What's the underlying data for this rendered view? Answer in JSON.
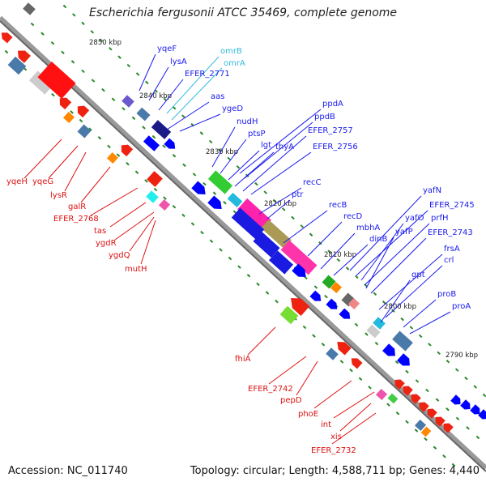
{
  "title": "Escherichia fergusonii ATCC 35469, complete genome",
  "footer": {
    "accession": "Accession: NC_011740",
    "summary": "Topology: circular; Length: 4,588,711 bp; Genes: 4,440"
  },
  "ticks": [
    "2850 kbp",
    "2840 kbp",
    "2830 kbp",
    "2820 kbp",
    "2810 kbp",
    "2800 kbp",
    "2790 kbp"
  ],
  "colors": {
    "backbone": "#888888",
    "forward_label": "#1a1aee",
    "reverse_label": "#dd1111",
    "rna_label": "#33bbdd",
    "tick": "#2a8a2a"
  },
  "forward_labels": [
    "omrB",
    "omrA",
    "yqeF",
    "lysA",
    "EFER_2771",
    "aas",
    "ygeD",
    "ppdA",
    "ppdB",
    "nudH",
    "ptsP",
    "lgt",
    "thyA",
    "EFER_2757",
    "EFER_2756",
    "recC",
    "ptr",
    "recB",
    "recD",
    "mbhA",
    "dinB",
    "yafN",
    "EFER_2745",
    "yafO",
    "prfH",
    "yafP",
    "EFER_2743",
    "frsA",
    "crl",
    "gpt",
    "proB",
    "proA"
  ],
  "reverse_labels": [
    "yqeH",
    "yqeG",
    "lysR",
    "galR",
    "EFER_2768",
    "tas",
    "ygdR",
    "ygdQ",
    "mutH",
    "fhiA",
    "EFER_2742",
    "pepD",
    "phoE",
    "int",
    "xis",
    "EFER_2732"
  ]
}
